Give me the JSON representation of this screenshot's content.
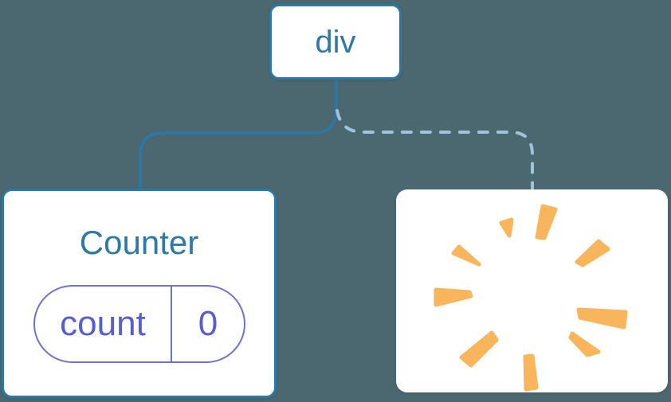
{
  "colors": {
    "background": "#4B6770",
    "node_bg": "#FFFFFF",
    "node_border": "#2B79A9",
    "node_text": "#2E79A8",
    "edge_solid": "#2B79A9",
    "edge_dashed": "#9FC3DA",
    "state_border": "#6B70DB",
    "state_text": "#575ED1",
    "poof": "#F8B55B"
  },
  "tree": {
    "root": {
      "label": "div"
    },
    "children": [
      {
        "label": "Counter",
        "edge_style": "solid",
        "state": {
          "key": "count",
          "value": "0"
        }
      },
      {
        "label": "",
        "edge_style": "dashed",
        "icon": "poof-icon"
      }
    ]
  }
}
